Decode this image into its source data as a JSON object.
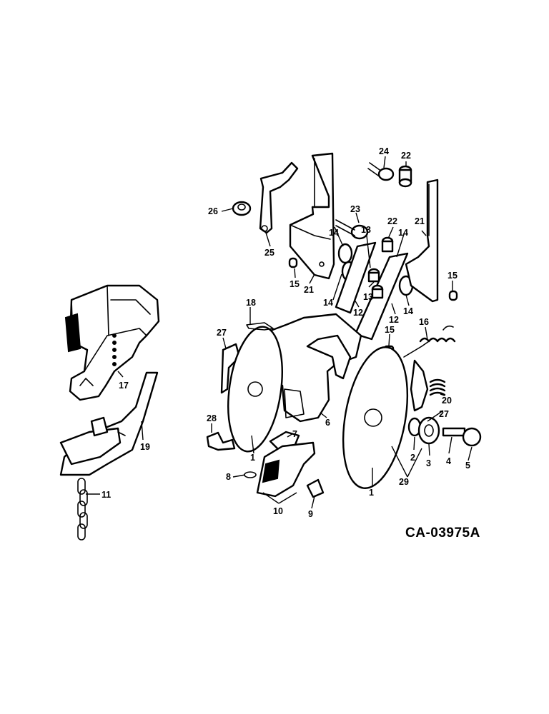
{
  "figure_code": "CA-03975A",
  "callouts": {
    "c1a": "1",
    "c1b": "1",
    "c2": "2",
    "c3": "3",
    "c4": "4",
    "c5": "5",
    "c6": "6",
    "c7": "7",
    "c8": "8",
    "c9": "9",
    "c10": "10",
    "c11": "11",
    "c12a": "12",
    "c12b": "12",
    "c13a": "13",
    "c13b": "13",
    "c14a": "14",
    "c14b": "14",
    "c14c": "14",
    "c14d": "14",
    "c15a": "15",
    "c15b": "15",
    "c15c": "15",
    "c16": "16",
    "c17": "17",
    "c18": "18",
    "c19": "19",
    "c20": "20",
    "c21a": "21",
    "c21b": "21",
    "c22a": "22",
    "c22b": "22",
    "c23": "23",
    "c24": "24",
    "c25": "25",
    "c26": "26",
    "c27a": "27",
    "c27b": "27",
    "c28": "28",
    "c29": "29"
  }
}
